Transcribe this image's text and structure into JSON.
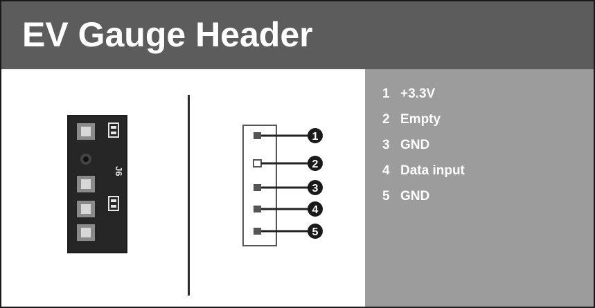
{
  "title": "EV Gauge Header",
  "colors": {
    "header_bg": "#5c5c5c",
    "panel_bg": "#9c9c9c",
    "text": "#ffffff",
    "pcb": "#1c1c1c"
  },
  "board_label": "J6",
  "pins": [
    {
      "number": "1",
      "name": "+3.3V",
      "populated": true
    },
    {
      "number": "2",
      "name": "Empty",
      "populated": false
    },
    {
      "number": "3",
      "name": "GND",
      "populated": true
    },
    {
      "number": "4",
      "name": "Data input",
      "populated": true
    },
    {
      "number": "5",
      "name": "GND",
      "populated": true
    }
  ]
}
